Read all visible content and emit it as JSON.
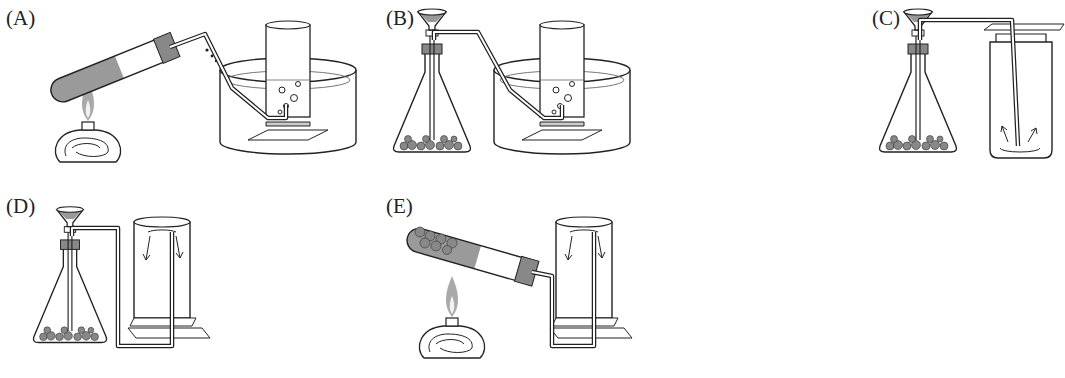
{
  "diagram": {
    "labels": [
      "(A)",
      "(B)",
      "(C)",
      "(D)",
      "(E)"
    ]
  }
}
